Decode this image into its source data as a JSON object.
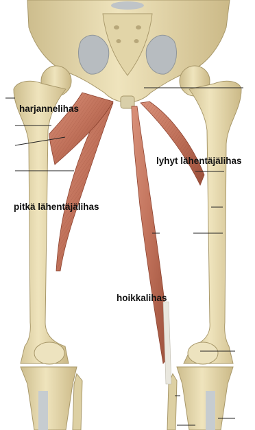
{
  "labels": {
    "adductor_crest": "harjannelihas",
    "short_adductor": "lyhyt lähentäjälihas",
    "long_adductor": "pitkä lähentäjälihas",
    "gracilis": "hoikkalihas"
  },
  "colors": {
    "bone": "#e6dab0",
    "bone_shade": "#c9b98a",
    "muscle": "#c97e63",
    "muscle_dark": "#9c4e37",
    "tendon": "#e9e7de",
    "cartilage": "#aab3b8",
    "leader_line": "#222222"
  }
}
